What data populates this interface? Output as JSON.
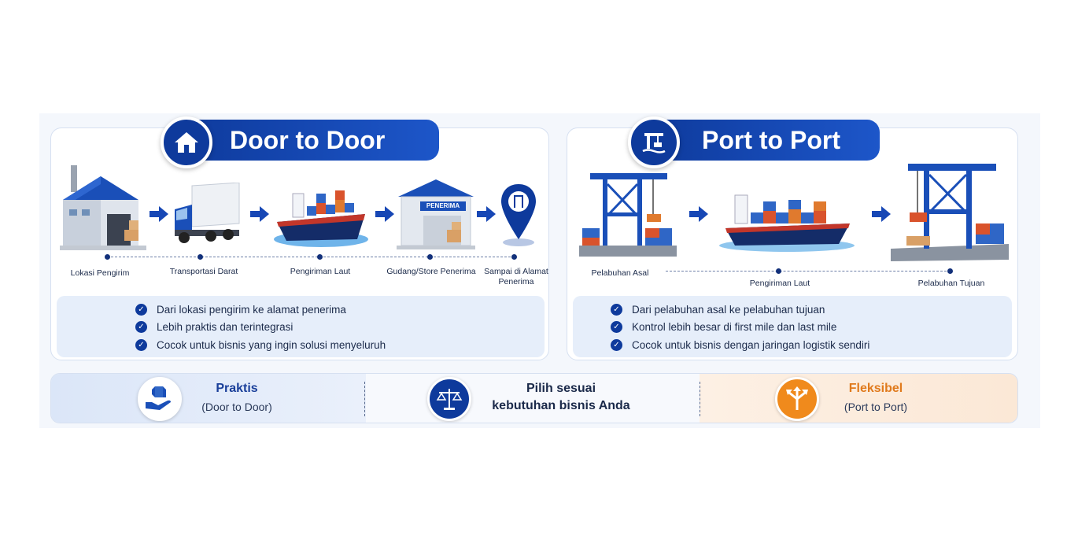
{
  "door_to_door": {
    "title": "Door to Door",
    "steps": [
      {
        "label": "Lokasi Pengirim"
      },
      {
        "label": "Transportasi Darat"
      },
      {
        "label": "Pengiriman Laut"
      },
      {
        "label": "Gudang/Store Penerima"
      },
      {
        "label": "Sampai di Alamat Penerima"
      }
    ],
    "warehouse_sign": "PENERIMA",
    "bullets": [
      "Dari lokasi pengirim ke alamat penerima",
      "Lebih praktis dan terintegrasi",
      "Cocok untuk bisnis yang ingin solusi menyeluruh"
    ]
  },
  "port_to_port": {
    "title": "Port to Port",
    "steps": [
      {
        "label": "Pelabuhan Asal"
      },
      {
        "label": "Pengiriman Laut"
      },
      {
        "label": "Pelabuhan Tujuan"
      }
    ],
    "bullets": [
      "Dari pelabuhan asal ke pelabuhan tujuan",
      "Kontrol lebih besar di first mile dan last mile",
      "Cocok untuk bisnis dengan jaringan logistik sendiri"
    ]
  },
  "comparison": {
    "left": {
      "title": "Praktis",
      "subtitle": "(Door to Door)"
    },
    "center": {
      "line1": "Pilih sesuai",
      "line2": "kebutuhan bisnis Anda"
    },
    "right": {
      "title": "Fleksibel",
      "subtitle": "(Port to Port)"
    }
  },
  "colors": {
    "primary": "#0e3a9c",
    "accent_orange": "#f08a1c",
    "text": "#1b2a4a"
  }
}
